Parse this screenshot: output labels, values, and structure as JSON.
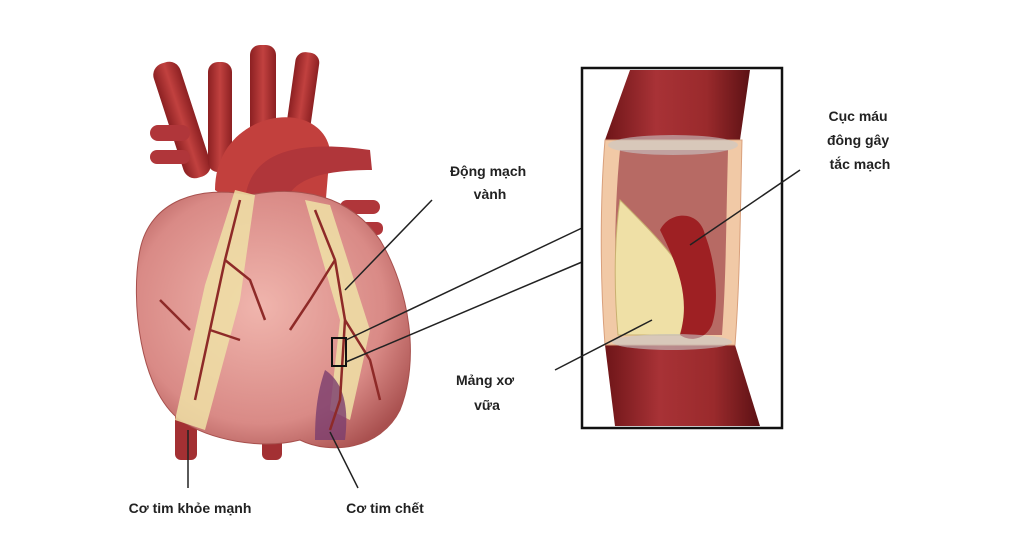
{
  "labels": {
    "coronary_artery": [
      "Động mạch",
      "vành"
    ],
    "blood_clot": [
      "Cục máu",
      "đông gây",
      "tắc mạch"
    ],
    "plaque": [
      "Mảng xơ",
      "vữa"
    ],
    "healthy_muscle": "Cơ tim khỏe mạnh",
    "dead_muscle": "Cơ tim chết"
  },
  "colors": {
    "heart": "#d98a86",
    "vessel": "#9e2a2b",
    "plaque": "#efe0a6",
    "dead_tissue": "#7a3d6e"
  }
}
